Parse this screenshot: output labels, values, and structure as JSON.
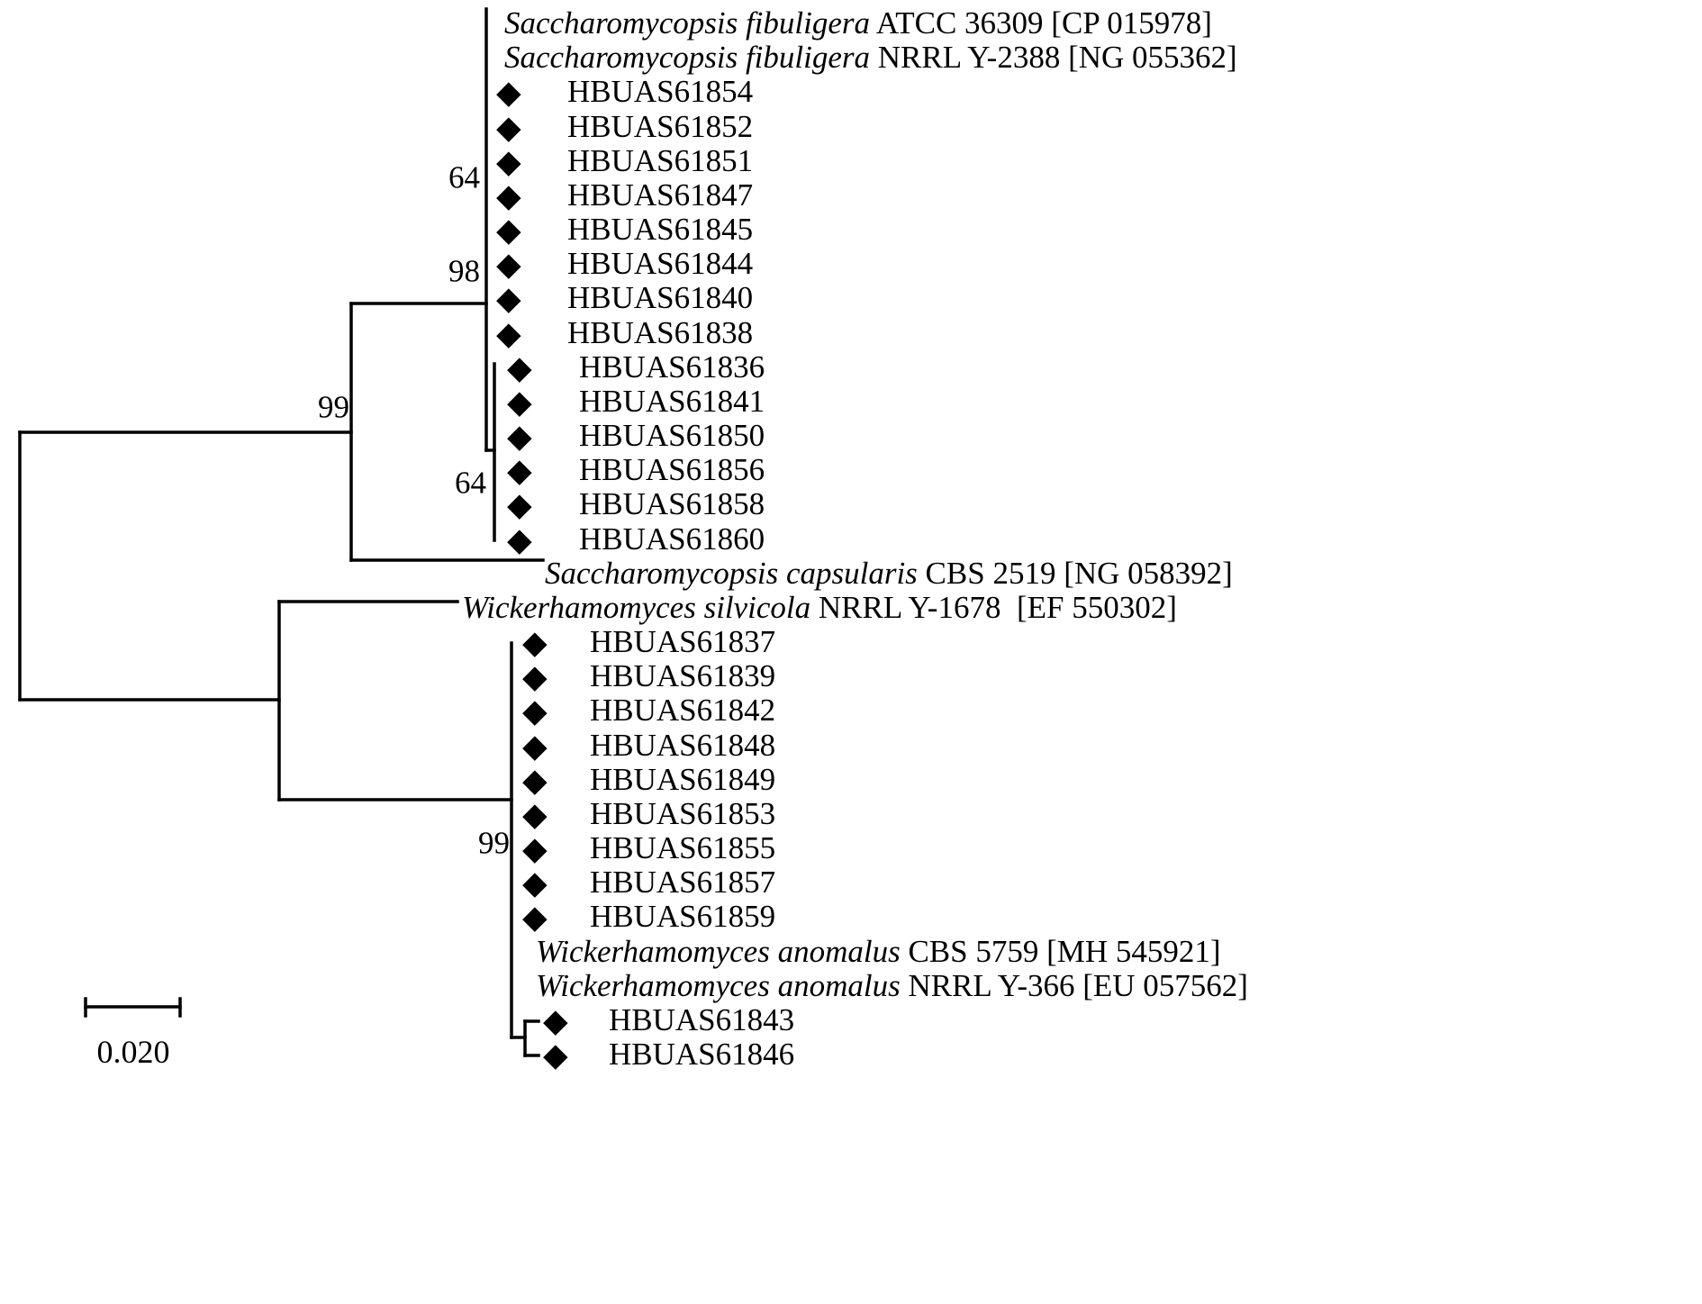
{
  "figure": {
    "type": "phylogenetic-tree",
    "scale_bar_label": "0.020",
    "bootstrap_values": [
      "64",
      "98",
      "99",
      "64",
      "99"
    ],
    "marker_glyph": "◆",
    "taxa": [
      {
        "italic": "Saccharomycopsis fibuligera",
        "regular": " ATCC 36309 [CP 015978]",
        "marker": false
      },
      {
        "italic": "Saccharomycopsis fibuligera",
        "regular": " NRRL Y-2388 [NG 055362]",
        "marker": false
      },
      {
        "italic": "",
        "regular": "HBUAS61854",
        "marker": true
      },
      {
        "italic": "",
        "regular": "HBUAS61852",
        "marker": true
      },
      {
        "italic": "",
        "regular": "HBUAS61851",
        "marker": true
      },
      {
        "italic": "",
        "regular": "HBUAS61847",
        "marker": true
      },
      {
        "italic": "",
        "regular": "HBUAS61845",
        "marker": true
      },
      {
        "italic": "",
        "regular": "HBUAS61844",
        "marker": true
      },
      {
        "italic": "",
        "regular": "HBUAS61840",
        "marker": true
      },
      {
        "italic": "",
        "regular": "HBUAS61838",
        "marker": true
      },
      {
        "italic": "",
        "regular": "HBUAS61836",
        "marker": true
      },
      {
        "italic": "",
        "regular": "HBUAS61841",
        "marker": true
      },
      {
        "italic": "",
        "regular": "HBUAS61850",
        "marker": true
      },
      {
        "italic": "",
        "regular": "HBUAS61856",
        "marker": true
      },
      {
        "italic": "",
        "regular": "HBUAS61858",
        "marker": true
      },
      {
        "italic": "",
        "regular": "HBUAS61860",
        "marker": true
      },
      {
        "italic": "Saccharomycopsis capsularis",
        "regular": " CBS 2519 [NG 058392]",
        "marker": false
      },
      {
        "italic": "Wickerhamomyces silvicola",
        "regular": " NRRL Y-1678  [EF 550302]",
        "marker": false
      },
      {
        "italic": "",
        "regular": "HBUAS61837",
        "marker": true
      },
      {
        "italic": "",
        "regular": "HBUAS61839",
        "marker": true
      },
      {
        "italic": "",
        "regular": "HBUAS61842",
        "marker": true
      },
      {
        "italic": "",
        "regular": "HBUAS61848",
        "marker": true
      },
      {
        "italic": "",
        "regular": "HBUAS61849",
        "marker": true
      },
      {
        "italic": "",
        "regular": "HBUAS61853",
        "marker": true
      },
      {
        "italic": "",
        "regular": "HBUAS61855",
        "marker": true
      },
      {
        "italic": "",
        "regular": "HBUAS61857",
        "marker": true
      },
      {
        "italic": "",
        "regular": "HBUAS61859",
        "marker": true
      },
      {
        "italic": "Wickerhamomyces anomalus",
        "regular": " CBS 5759 [MH 545921]",
        "marker": false
      },
      {
        "italic": "Wickerhamomyces anomalus",
        "regular": " NRRL Y-366 [EU 057562]",
        "marker": false
      },
      {
        "italic": "",
        "regular": "HBUAS61843",
        "marker": true
      },
      {
        "italic": "",
        "regular": "HBUAS61846",
        "marker": true
      }
    ]
  }
}
